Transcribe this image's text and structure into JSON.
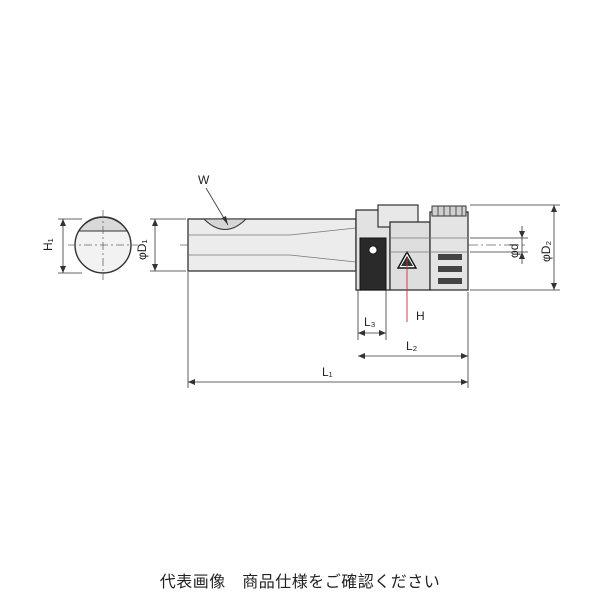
{
  "labels": {
    "w": "W",
    "h1": "H₁",
    "d1": "φD₁",
    "d": "φd",
    "d2": "φD₂",
    "l3": "L₃",
    "h": "H",
    "l2": "L₂",
    "l1": "L₁"
  },
  "caption": "代表画像　商品仕様をご確認ください",
  "colors": {
    "line": "#333333",
    "body_fill": "#e6e6e6",
    "dark_ring": "#2a2a2a",
    "center_line": "#555555",
    "dim_red": "#c0392b"
  }
}
